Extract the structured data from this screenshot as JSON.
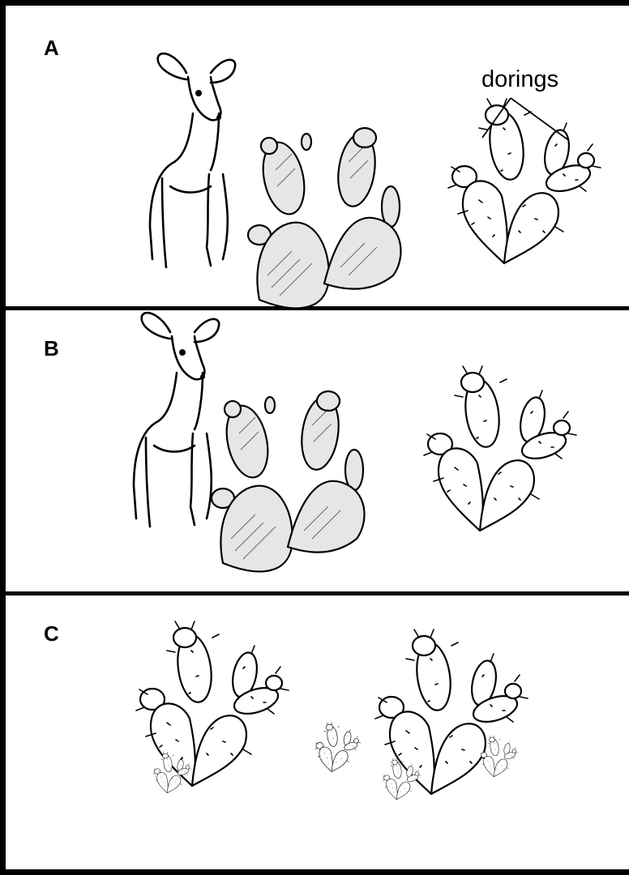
{
  "panels": [
    {
      "label": "A",
      "annotation": "dorings"
    },
    {
      "label": "B"
    },
    {
      "label": "C"
    }
  ],
  "colors": {
    "ink": "#000000",
    "background": "#ffffff",
    "shade": "#d9d9d9"
  },
  "icons": [
    "deer-icon",
    "prickly-pear-cactus-icon",
    "smooth-cactus-icon"
  ]
}
